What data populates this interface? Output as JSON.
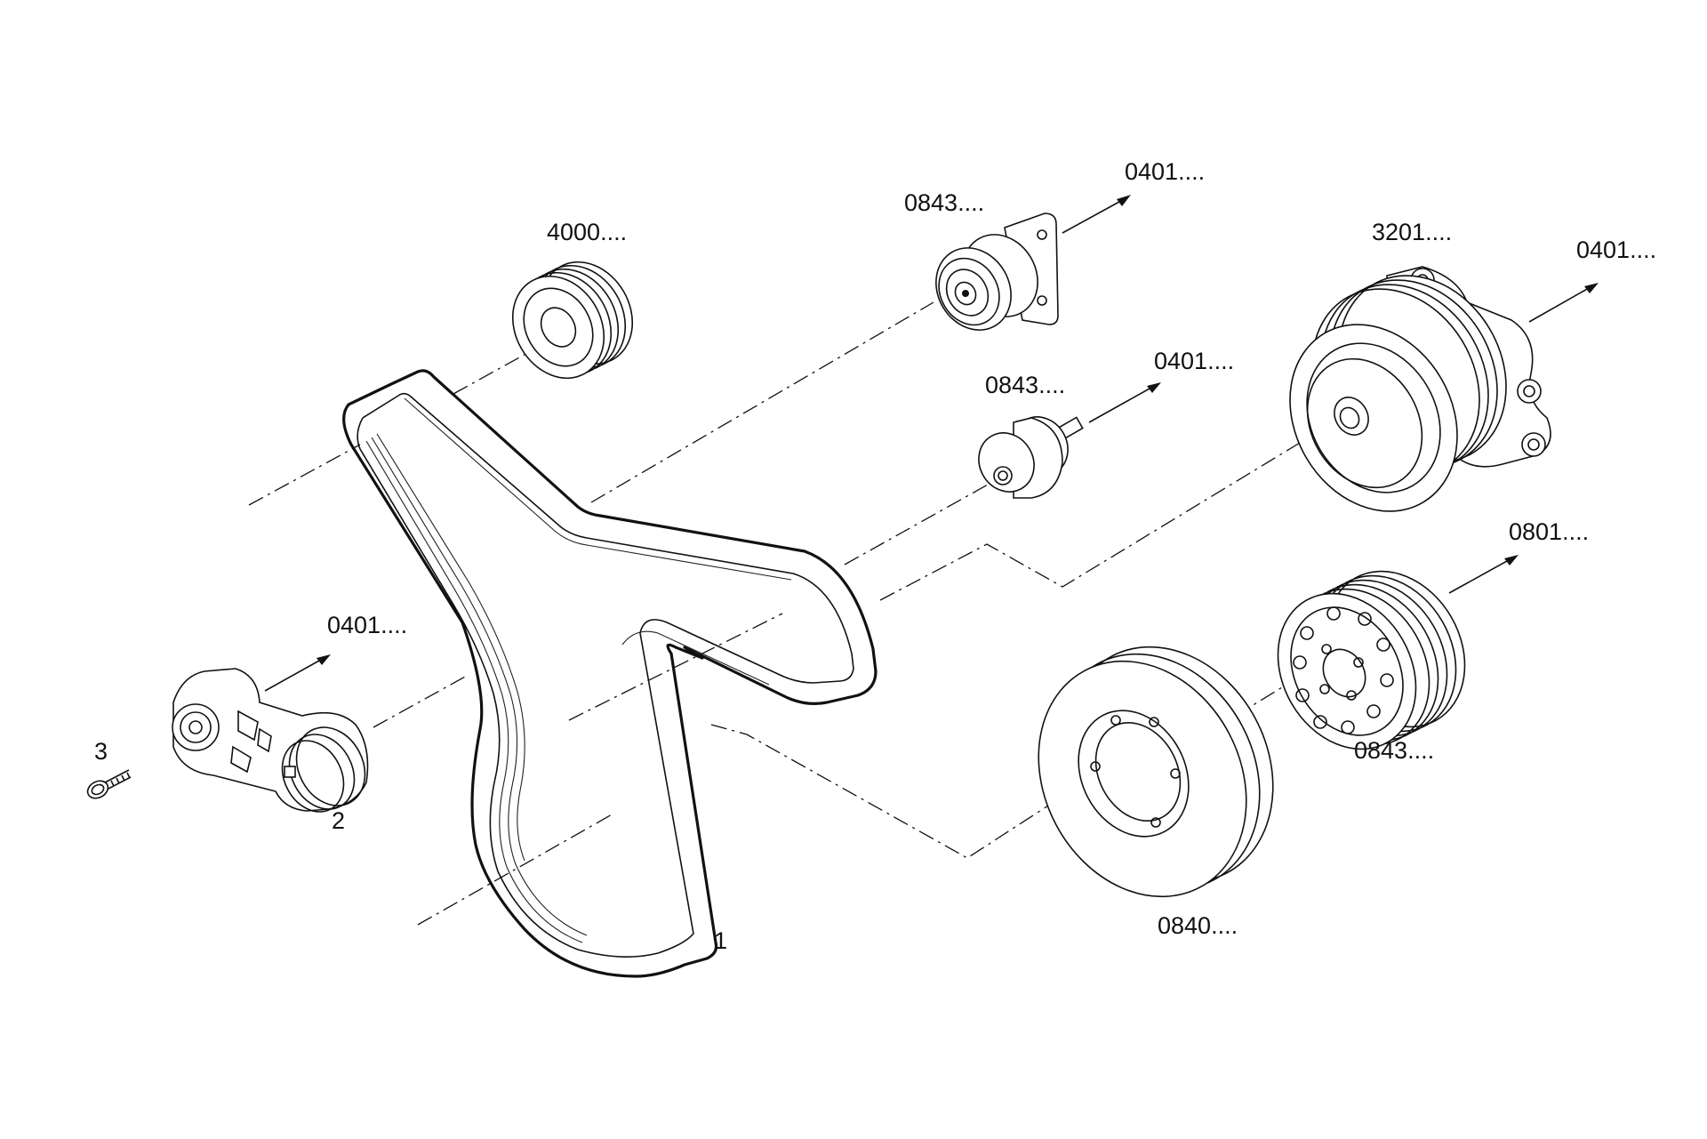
{
  "labels": {
    "pulley_4000": "4000....",
    "idler_top_ref": "0843....",
    "idler_top_arrow": "0401....",
    "idler_mid_ref": "0843....",
    "idler_mid_arrow": "0401....",
    "water_pump_ref": "3201....",
    "water_pump_arrow": "0401....",
    "pulley_right_arrow": "0801....",
    "pulley_right_ref": "0843....",
    "damper_ref": "0840....",
    "tensioner_arrow": "0401....",
    "item_belt": "1",
    "item_tensioner": "2",
    "item_bolt": "3"
  }
}
